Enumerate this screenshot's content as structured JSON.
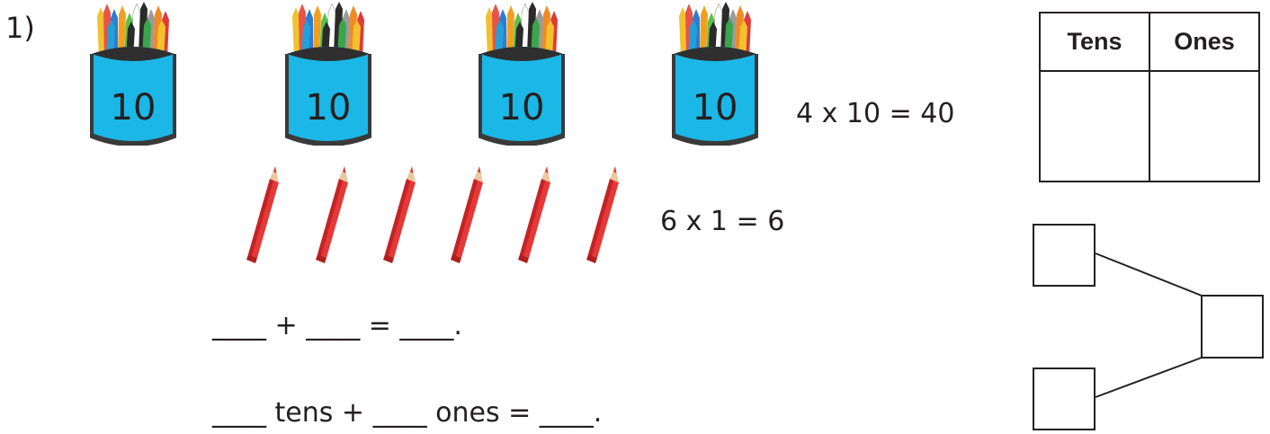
{
  "question": {
    "number": "1)",
    "cups": [
      {
        "label": "10",
        "icon": "pencil-cup-icon"
      },
      {
        "label": "10",
        "icon": "pencil-cup-icon"
      },
      {
        "label": "10",
        "icon": "pencil-cup-icon"
      },
      {
        "label": "10",
        "icon": "pencil-cup-icon"
      }
    ],
    "tens_equation": "4 x 10 = 40",
    "single_pencils": 6,
    "ones_equation": "6 x 1 = 6",
    "sentence_1": "____ + ____ = ____.",
    "sentence_2": "____ tens + ____ ones = ____."
  },
  "place_value_table": {
    "headers": [
      "Tens",
      "Ones"
    ],
    "rows": [
      [
        "",
        ""
      ]
    ]
  },
  "part_whole_model": {
    "parts": [
      "",
      ""
    ],
    "whole": ""
  },
  "colors": {
    "cup_blue": "#1bb7e6",
    "cup_dark": "#3a3a3a",
    "pencil_red": "#e63838",
    "ink": "#231f20"
  }
}
